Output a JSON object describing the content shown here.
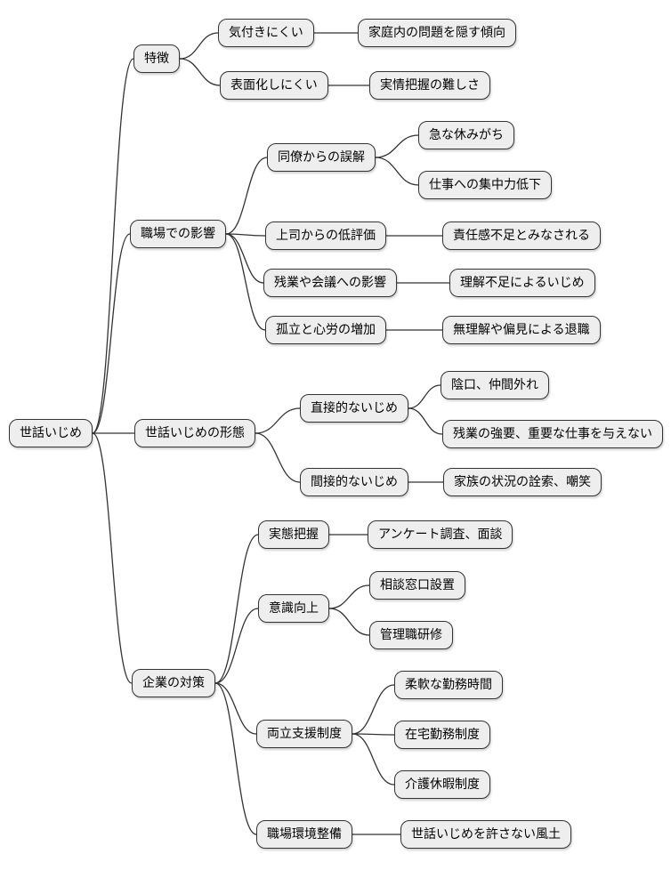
{
  "theme": {
    "background": "#ffffff",
    "node_fill": "#eeeeee",
    "node_border": "#333333",
    "connector": "#333333",
    "text": "#000000"
  },
  "diagram_type": "mindmap",
  "nodes": {
    "root": {
      "label": "世話いじめ",
      "parent": null
    },
    "features": {
      "label": "特徴",
      "parent": "root"
    },
    "hard-to-notice": {
      "label": "気付きにくい",
      "parent": "features"
    },
    "hide-family-problems": {
      "label": "家庭内の問題を隠す傾向",
      "parent": "hard-to-notice"
    },
    "hard-to-surface": {
      "label": "表面化しにくい",
      "parent": "features"
    },
    "difficulty-grasping": {
      "label": "実情把握の難しさ",
      "parent": "hard-to-surface"
    },
    "workplace-impact": {
      "label": "職場での影響",
      "parent": "root"
    },
    "coworker-misunderstanding": {
      "label": "同僚からの誤解",
      "parent": "workplace-impact"
    },
    "sudden-absences": {
      "label": "急な休みがち",
      "parent": "coworker-misunderstanding"
    },
    "reduced-concentration": {
      "label": "仕事への集中力低下",
      "parent": "coworker-misunderstanding"
    },
    "low-evaluation": {
      "label": "上司からの低評価",
      "parent": "workplace-impact"
    },
    "seen-as-irresponsible": {
      "label": "責任感不足とみなされる",
      "parent": "low-evaluation"
    },
    "overtime-meetings": {
      "label": "残業や会議への影響",
      "parent": "workplace-impact"
    },
    "bullying-misunderstanding": {
      "label": "理解不足によるいじめ",
      "parent": "overtime-meetings"
    },
    "isolation-stress": {
      "label": "孤立と心労の増加",
      "parent": "workplace-impact"
    },
    "resignation": {
      "label": "無理解や偏見による退職",
      "parent": "isolation-stress"
    },
    "forms": {
      "label": "世話いじめの形態",
      "parent": "root"
    },
    "direct-bullying": {
      "label": "直接的ないじめ",
      "parent": "forms"
    },
    "gossip-exclusion": {
      "label": "陰口、仲間外れ",
      "parent": "direct-bullying"
    },
    "forced-overtime": {
      "label": "残業の強要、重要な仕事を与えない",
      "parent": "direct-bullying"
    },
    "indirect-bullying": {
      "label": "間接的ないじめ",
      "parent": "forms"
    },
    "prying-mockery": {
      "label": "家族の状況の詮索、嘲笑",
      "parent": "indirect-bullying"
    },
    "company-measures": {
      "label": "企業の対策",
      "parent": "root"
    },
    "fact-finding": {
      "label": "実態把握",
      "parent": "company-measures"
    },
    "surveys-interviews": {
      "label": "アンケート調査、面談",
      "parent": "fact-finding"
    },
    "awareness": {
      "label": "意識向上",
      "parent": "company-measures"
    },
    "consultation-desk": {
      "label": "相談窓口設置",
      "parent": "awareness"
    },
    "manager-training": {
      "label": "管理職研修",
      "parent": "awareness"
    },
    "support-systems": {
      "label": "両立支援制度",
      "parent": "company-measures"
    },
    "flexible-hours": {
      "label": "柔軟な勤務時間",
      "parent": "support-systems"
    },
    "remote-work": {
      "label": "在宅勤務制度",
      "parent": "support-systems"
    },
    "care-leave": {
      "label": "介護休暇制度",
      "parent": "support-systems"
    },
    "environment": {
      "label": "職場環境整備",
      "parent": "company-measures"
    },
    "no-tolerance-culture": {
      "label": "世話いじめを許さない風土",
      "parent": "environment"
    }
  }
}
